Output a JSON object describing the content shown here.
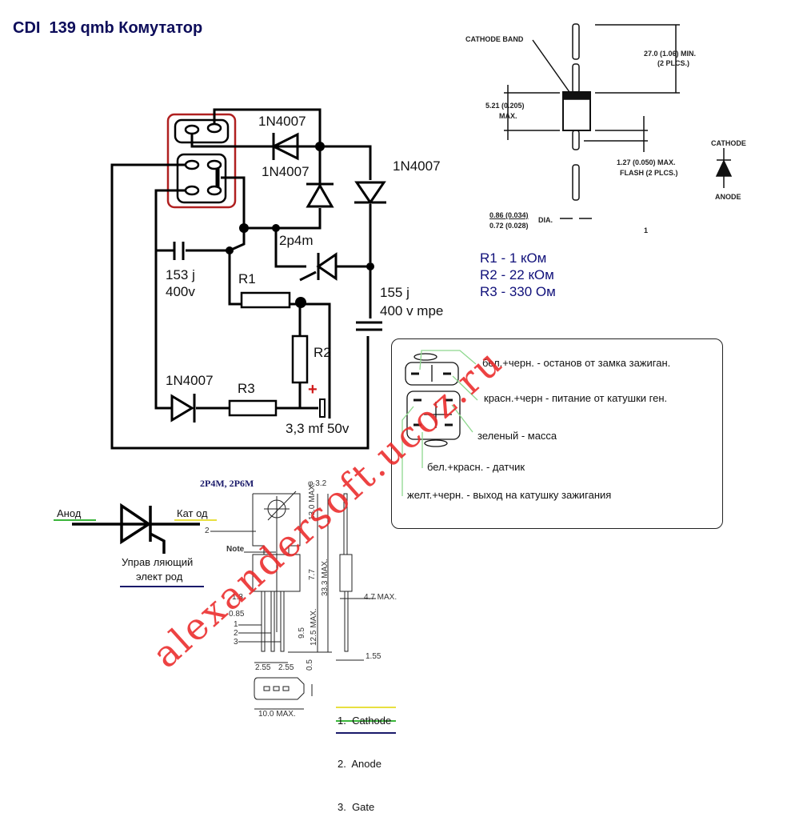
{
  "title": "CDI  139 qmb Комутатор",
  "schematic": {
    "diode_top_label": "1N4007",
    "diode_mid_label": "1N4007",
    "diode_right_label": "1N4007",
    "diode_bottom_label": "1N4007",
    "thyristor_label": "2p4m",
    "cap1_value": "153 j",
    "cap1_voltage": "400v",
    "cap2_value": "155 j",
    "cap2_voltage": "400 v mpe",
    "r1_label": "R1",
    "r2_label": "R2",
    "r3_label": "R3",
    "electrolytic_label": "3,3 mf 50v",
    "plus_sign": "+"
  },
  "resistor_values": [
    "R1 - 1 кОм",
    "R2 - 22 кОм",
    "R3 - 330 Ом"
  ],
  "diode_datasheet": {
    "cathode_band": "CATHODE BAND",
    "lead_length": "27.0 (1.06) MIN.",
    "lead_length_note": "(2 PLCS.)",
    "body_length": "5.21 (0.205)",
    "body_length_note": "MAX.",
    "flash": "1.27 (0.050) MAX.",
    "flash_note": "FLASH (2 PLCS.)",
    "dia_top": "0.86 (0.034)",
    "dia_bottom": "0.72 (0.028)",
    "dia_label": "DIA.",
    "symbol_cathode": "CATHODE",
    "symbol_anode": "ANODE",
    "page_mark": "1"
  },
  "connector_legend": [
    "бел.+черн. - останов от замка зажиган.",
    "красн.+черн - питание от катушки ген.",
    "зеленый - масса",
    "бел.+красн. - датчик",
    "желт.+черн. - выход на катушку зажигания"
  ],
  "thyristor_symbol": {
    "anode": "Анод",
    "cathode": "Кат од",
    "gate_line1": "Управ ляющий",
    "gate_line2": "элект род",
    "anode_color": "#3bb53b",
    "cathode_color": "#e8e040",
    "gate_color": "#1a1a6a"
  },
  "package": {
    "title": "2P4M, 2P6M",
    "hole": "φ 3.2",
    "dim_13": "13.0 MAX.",
    "dim_77": "7.7",
    "dim_333": "33.3 MAX.",
    "dim_47": "4.7 MAX.",
    "dim_13b": "1.3",
    "dim_085": "0.85",
    "dim_95": "9.5",
    "dim_125": "12.5 MAX.",
    "dim_155": "1.55",
    "dim_255a": "2.55",
    "dim_255b": "2.55",
    "dim_05": "0.5",
    "dim_10": "10.0 MAX.",
    "note": "Note",
    "pin2_callout": "2",
    "pins": [
      "1",
      "2",
      "3"
    ]
  },
  "pinout": [
    "1.  Cathode",
    "2.  Anode",
    "3.  Gate"
  ],
  "watermark": "alexandersoft.ucoz.ru"
}
